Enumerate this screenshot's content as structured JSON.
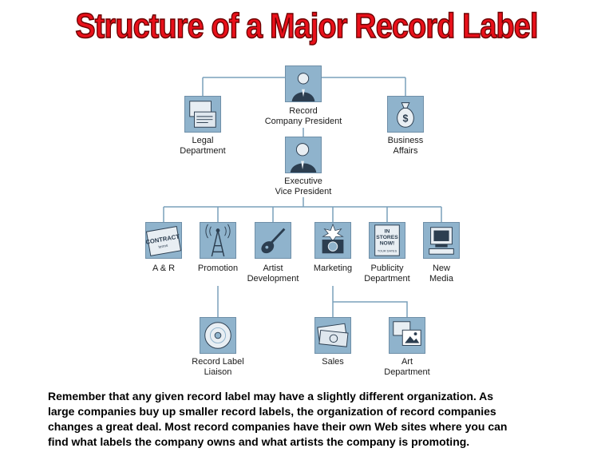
{
  "title": "Structure of a Major Record Label",
  "nodes": {
    "president": {
      "line1": "Record",
      "line2": "Company President"
    },
    "legal": {
      "line1": "Legal",
      "line2": "Department"
    },
    "business": {
      "line1": "Business",
      "line2": "Affairs"
    },
    "evp": {
      "line1": "Executive",
      "line2": "Vice President"
    },
    "ar": {
      "line1": "A & R",
      "line2": ""
    },
    "promotion": {
      "line1": "Promotion",
      "line2": ""
    },
    "artist_dev": {
      "line1": "Artist",
      "line2": "Development"
    },
    "marketing": {
      "line1": "Marketing",
      "line2": ""
    },
    "publicity": {
      "line1": "Publicity",
      "line2": "Department"
    },
    "new_media": {
      "line1": "New",
      "line2": "Media"
    },
    "liaison": {
      "line1": "Record Label",
      "line2": "Liaison"
    },
    "sales": {
      "line1": "Sales",
      "line2": ""
    },
    "art_dept": {
      "line1": "Art",
      "line2": "Department"
    }
  },
  "icon_text": {
    "contract": "CONTRACT",
    "terms": "terms",
    "in_stores": "IN",
    "in_stores2": "STORES",
    "in_stores3": "NOW!",
    "in_stores4": "TOUR DATES"
  },
  "note": {
    "line1": "Remember that any given record label may have a slightly different organization. As",
    "line2": "large companies buy up smaller record labels, the organization of record companies",
    "line3": "changes a great deal. Most record companies have their own Web sites where you can",
    "line4": "find what labels the company owns and what artists the company is promoting."
  },
  "colors": {
    "title": "#e8101a",
    "line": "#7aa0bb",
    "icon_bg": "#8fb3cc"
  }
}
